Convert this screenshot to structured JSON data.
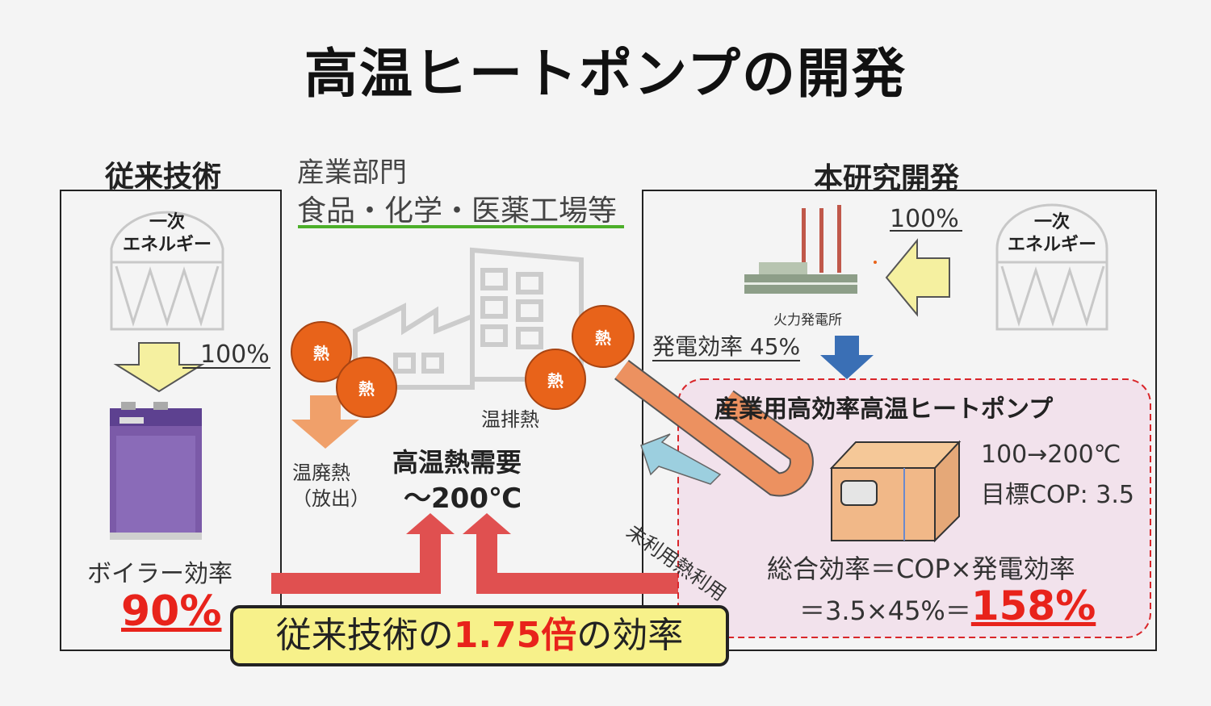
{
  "title": "高温ヒートポンプの開発",
  "left": {
    "heading": "従来技術",
    "energy_line1": "一次",
    "energy_line2": "エネルギー",
    "percent": "100%",
    "boiler_label": "ボイラー効率",
    "boiler_value": "90%"
  },
  "middle": {
    "sector_line1": "産業部門",
    "sector_line2": "食品・化学・医薬工場等",
    "heat_icon": "熱",
    "waste_heat_label": "温排熱",
    "discarded_line1": "温廃熱",
    "discarded_line2": "（放出）",
    "demand_line1": "高温熱需要",
    "demand_line2": "～200℃"
  },
  "right": {
    "heading": "本研究開発",
    "percent": "100%",
    "energy_line1": "一次",
    "energy_line2": "エネルギー",
    "plant_label": "火力発電所",
    "gen_efficiency": "発電効率 45%",
    "hp_title": "産業用高効率高温ヒートポンプ",
    "temp_range": "100→200℃",
    "target_cop": "目標COP: 3.5",
    "unused_heat_label": "未利用熱利用",
    "formula_line1": "総合効率＝COP×発電効率",
    "formula_line2_prefix": "＝3.5×45%＝",
    "formula_result": "158%"
  },
  "callout": {
    "prefix": "従来技術の",
    "highlight": "1.75倍",
    "suffix": "の効率"
  },
  "colors": {
    "heat_ball": "#e8631a",
    "red_arrow": "#e05050",
    "accent_red": "#e8231b",
    "yellow_arrow": "#f5f0a0",
    "blue_arrow": "#3a6fb5",
    "hp_box_bg": "#f2e2ec",
    "green_rule": "#4caf2a",
    "callout_bg": "#f7f18a",
    "boiler_purple": "#7b5aa8"
  }
}
